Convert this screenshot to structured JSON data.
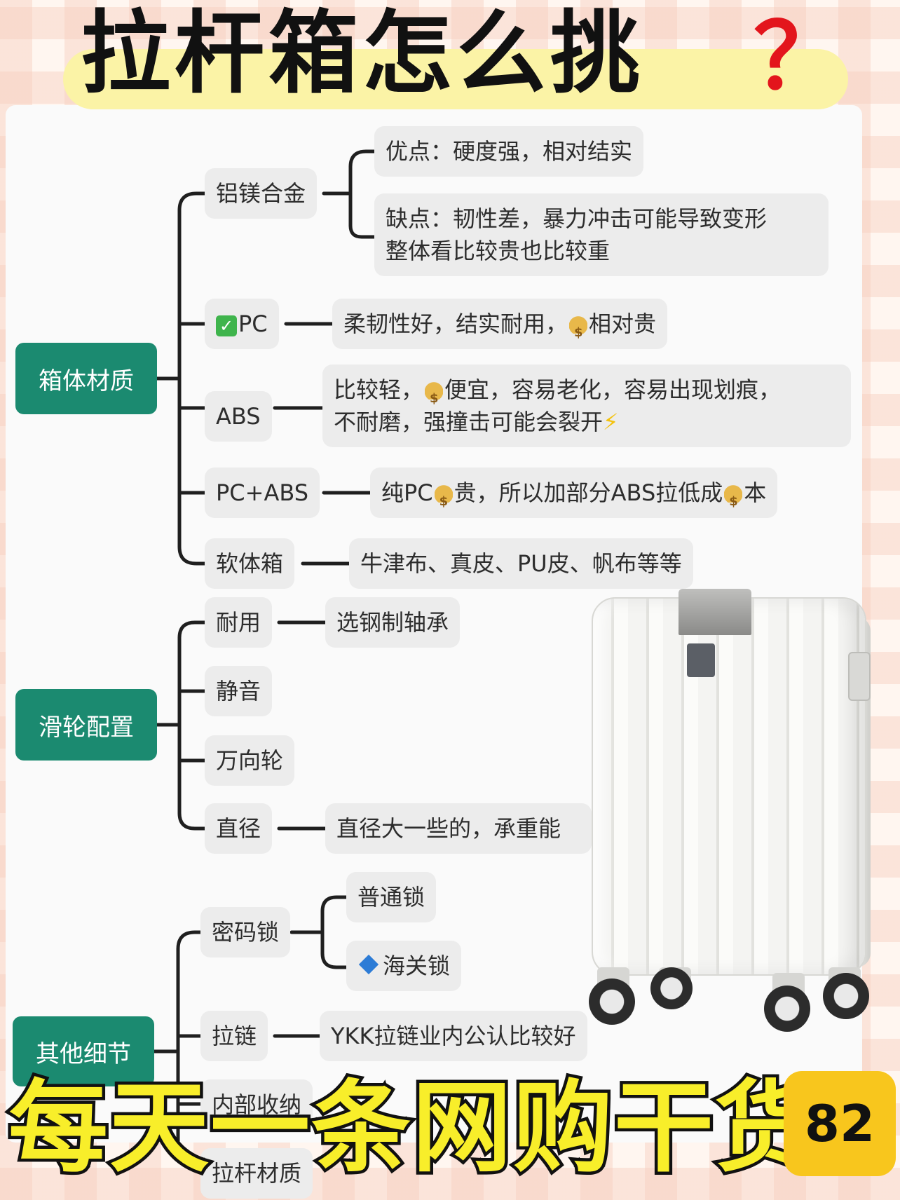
{
  "title": {
    "text": "拉杆箱怎么挑",
    "mark": "？"
  },
  "sections": {
    "material": {
      "label": "箱体材质",
      "items": {
        "alloy": {
          "label": "铝镁合金",
          "pros": "优点：硬度强，相对结实",
          "cons_line1": "缺点：韧性差，暴力冲击可能导致变形",
          "cons_line2": "整体看比较贵也比较重"
        },
        "pc": {
          "label": "PC",
          "desc_a": "柔韧性好，结实耐用，",
          "desc_b": "相对贵"
        },
        "abs": {
          "label": "ABS",
          "desc_a": "比较轻，",
          "desc_b": "便宜，容易老化，容易出现划痕，",
          "desc_c": "不耐磨，强撞击可能会裂开",
          "bolt": "⚡"
        },
        "pcabs": {
          "label": "PC+ABS",
          "desc_a": "纯PC",
          "desc_b": "贵，所以加部分ABS拉低成",
          "desc_c": "本"
        },
        "soft": {
          "label": "软体箱",
          "desc": "牛津布、真皮、PU皮、帆布等等"
        }
      }
    },
    "wheels": {
      "label": "滑轮配置",
      "items": {
        "durable": {
          "label": "耐用",
          "desc": "选钢制轴承"
        },
        "silent": {
          "label": "静音"
        },
        "spinner": {
          "label": "万向轮"
        },
        "diameter": {
          "label": "直径",
          "desc": "直径大一些的，承重能"
        }
      }
    },
    "details": {
      "label": "其他细节",
      "items": {
        "lock": {
          "label": "密码锁",
          "opt1": "普通锁",
          "opt2": "海关锁"
        },
        "zipper": {
          "label": "拉链",
          "desc": "YKK拉链业内公认比较好"
        },
        "interior": {
          "label": "内部收纳"
        },
        "handle": {
          "label": "拉杆材质"
        }
      }
    }
  },
  "footer": {
    "slogan": "每天一条网购干货",
    "number": "82"
  },
  "colors": {
    "category_green": "#1b8a70",
    "node_gray": "#ececec",
    "slogan_yellow": "#f8ee2a",
    "badge_yellow": "#f8c61d",
    "title_red": "#e3151c"
  }
}
